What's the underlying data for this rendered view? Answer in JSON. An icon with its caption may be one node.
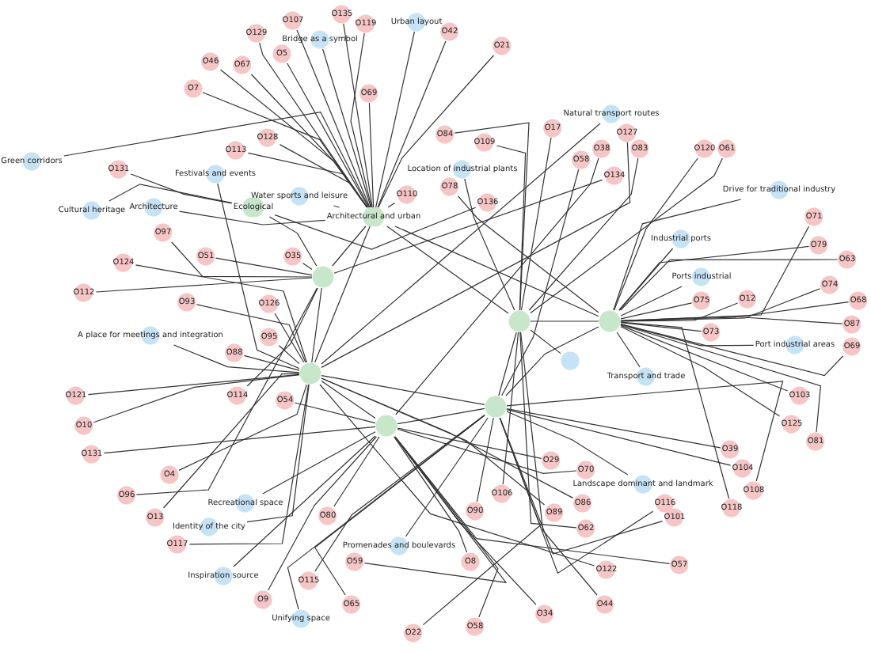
{
  "diagram": {
    "nodes": [
      {
        "text": [
          "Architectural and urban"
        ]
      },
      {
        "text": [
          "Ecological"
        ]
      },
      {
        "text": [],
        "shape": "circle"
      },
      {
        "text": [],
        "shape": "circle"
      },
      {
        "text": [],
        "shape": "circle"
      },
      {
        "text": [],
        "shape": "circle"
      },
      {
        "text": [],
        "shape": "circle"
      },
      {
        "text": [],
        "shape": "circle"
      },
      {
        "text": [
          "Urban layout"
        ]
      },
      {
        "text": [
          "Bridge as a symbol"
        ]
      },
      {
        "text": [
          "Natural transport routes"
        ]
      },
      {
        "text": [
          "Green corridors"
        ]
      },
      {
        "text": [
          "Festivals and events"
        ]
      },
      {
        "text": [
          "Location of industrial plants"
        ]
      },
      {
        "text": [
          "Drive for traditional industry"
        ]
      },
      {
        "text": [
          "Water sports and leisure"
        ]
      },
      {
        "text": [
          "Architecture"
        ]
      },
      {
        "text": [
          "Cultural heritage"
        ]
      },
      {
        "text": [
          "Industrial ports"
        ]
      },
      {
        "text": [
          "Ports industrial"
        ]
      },
      {
        "text": [
          "A place for meetings and integration"
        ]
      },
      {
        "text": [
          "Port industrial areas"
        ]
      },
      {
        "text": [],
        "shape": "circle"
      },
      {
        "text": [
          "Transport and trade"
        ]
      },
      {
        "text": [
          "Landscape dominant and landmark"
        ]
      },
      {
        "text": [
          "Recreational space"
        ]
      },
      {
        "text": [
          "Identity of the city"
        ]
      },
      {
        "text": [
          "Promenades and boulevards"
        ]
      },
      {
        "text": [
          "Inspiration source"
        ]
      },
      {
        "text": [
          "Unifying space"
        ]
      },
      {
        "text": [
          "O135"
        ]
      },
      {
        "text": [
          "O107"
        ]
      },
      {
        "text": [
          "O119"
        ]
      },
      {
        "text": [
          "O42"
        ]
      },
      {
        "text": [
          "O129"
        ]
      },
      {
        "text": [
          "O21"
        ]
      },
      {
        "text": [
          "O5"
        ]
      },
      {
        "text": [
          "O46"
        ]
      },
      {
        "text": [
          "O67"
        ]
      },
      {
        "text": [
          "O7"
        ]
      },
      {
        "text": [
          "O69"
        ]
      },
      {
        "text": [
          "O127"
        ]
      },
      {
        "text": [
          "O17"
        ]
      },
      {
        "text": [
          "O84"
        ]
      },
      {
        "text": [
          "O128"
        ]
      },
      {
        "text": [
          "O38"
        ]
      },
      {
        "text": [
          "O109"
        ]
      },
      {
        "text": [
          "O83"
        ]
      },
      {
        "text": [
          "O120"
        ]
      },
      {
        "text": [
          "O61"
        ]
      },
      {
        "text": [
          "O113"
        ]
      },
      {
        "text": [
          "O58"
        ]
      },
      {
        "text": [
          "O131"
        ]
      },
      {
        "text": [
          "O134"
        ]
      },
      {
        "text": [
          "O78"
        ]
      },
      {
        "text": [
          "O110"
        ]
      },
      {
        "text": [
          "O136"
        ]
      },
      {
        "text": [
          "O71"
        ]
      },
      {
        "text": [
          "O97"
        ]
      },
      {
        "text": [
          "O79"
        ]
      },
      {
        "text": [
          "O51"
        ]
      },
      {
        "text": [
          "O35"
        ]
      },
      {
        "text": [
          "O63"
        ]
      },
      {
        "text": [
          "O124"
        ]
      },
      {
        "text": [
          "O74"
        ]
      },
      {
        "text": [
          "O112"
        ]
      },
      {
        "text": [
          "O75"
        ]
      },
      {
        "text": [
          "O12"
        ]
      },
      {
        "text": [
          "O68"
        ]
      },
      {
        "text": [
          "O93"
        ]
      },
      {
        "text": [
          "O126"
        ]
      },
      {
        "text": [
          "O87"
        ]
      },
      {
        "text": [
          "O73"
        ]
      },
      {
        "text": [
          "O95"
        ]
      },
      {
        "text": [
          "O69"
        ]
      },
      {
        "text": [
          "O88"
        ]
      },
      {
        "text": [
          "O121"
        ]
      },
      {
        "text": [
          "O103"
        ]
      },
      {
        "text": [
          "O114"
        ]
      },
      {
        "text": [
          "O54"
        ]
      },
      {
        "text": [
          "O125"
        ]
      },
      {
        "text": [
          "O10"
        ]
      },
      {
        "text": [
          "O81"
        ]
      },
      {
        "text": [
          "O131"
        ]
      },
      {
        "text": [
          "O39"
        ]
      },
      {
        "text": [
          "O29"
        ]
      },
      {
        "text": [
          "O104"
        ]
      },
      {
        "text": [
          "O70"
        ]
      },
      {
        "text": [
          "O4"
        ]
      },
      {
        "text": [
          "O116"
        ]
      },
      {
        "text": [
          "O108"
        ]
      },
      {
        "text": [
          "O106"
        ]
      },
      {
        "text": [
          "O96"
        ]
      },
      {
        "text": [
          "O118"
        ]
      },
      {
        "text": [
          "O86"
        ]
      },
      {
        "text": [
          "O90"
        ]
      },
      {
        "text": [
          "O89"
        ]
      },
      {
        "text": [
          "O80"
        ]
      },
      {
        "text": [
          "O13"
        ]
      },
      {
        "text": [
          "O101"
        ]
      },
      {
        "text": [
          "O62"
        ]
      },
      {
        "text": [
          "O117"
        ]
      },
      {
        "text": [
          "O59"
        ]
      },
      {
        "text": [
          "O8"
        ]
      },
      {
        "text": [
          "O57"
        ]
      },
      {
        "text": [
          "O122"
        ]
      },
      {
        "text": [
          "O115"
        ]
      },
      {
        "text": [
          "O9"
        ]
      },
      {
        "text": [
          "O65"
        ]
      },
      {
        "text": [
          "O44"
        ]
      },
      {
        "text": [
          "O34"
        ]
      },
      {
        "text": [
          "O58"
        ]
      },
      {
        "text": [
          "O22"
        ]
      }
    ],
    "edges": [
      {
        "from": 0,
        "to": 2,
        "arrow": "none"
      },
      {
        "from": 0,
        "to": 3,
        "arrow": "none"
      },
      {
        "from": 0,
        "to": 4,
        "arrow": "none"
      },
      {
        "from": 0,
        "to": 5,
        "arrow": "none"
      },
      {
        "from": 2,
        "to": 3,
        "arrow": "none"
      },
      {
        "from": 3,
        "to": 6,
        "arrow": "none"
      },
      {
        "from": 3,
        "to": 7,
        "arrow": "none"
      },
      {
        "from": 4,
        "to": 5,
        "arrow": "none"
      },
      {
        "from": 4,
        "to": 6,
        "arrow": "none"
      },
      {
        "from": 6,
        "to": 7,
        "arrow": "none"
      },
      {
        "from": 5,
        "to": 6,
        "arrow": "none"
      },
      {
        "from": 1,
        "to": 2,
        "arrow": "none"
      },
      {
        "from": 8,
        "to": 0,
        "arrow": "none"
      },
      {
        "from": 9,
        "to": 0,
        "arrow": "none"
      },
      {
        "from": 10,
        "to": 3,
        "arrow": "none"
      },
      {
        "from": 11,
        "to": 0,
        "arrow": "none"
      },
      {
        "from": 12,
        "to": 3,
        "arrow": "none"
      },
      {
        "from": 13,
        "to": 4,
        "arrow": "none"
      },
      {
        "from": 14,
        "to": 5,
        "arrow": "none"
      },
      {
        "from": 15,
        "to": 0,
        "arrow": "none"
      },
      {
        "from": 16,
        "to": 0,
        "arrow": "none"
      },
      {
        "from": 17,
        "to": 1,
        "arrow": "none"
      },
      {
        "from": 18,
        "to": 5,
        "arrow": "none"
      },
      {
        "from": 19,
        "to": 5,
        "arrow": "none"
      },
      {
        "from": 20,
        "to": 3,
        "arrow": "none"
      },
      {
        "from": 21,
        "to": 5,
        "arrow": "none"
      },
      {
        "from": 22,
        "to": 4,
        "arrow": "none"
      },
      {
        "from": 23,
        "to": 5,
        "arrow": "none"
      },
      {
        "from": 24,
        "to": 6,
        "arrow": "none"
      },
      {
        "from": 25,
        "to": 7,
        "arrow": "none"
      },
      {
        "from": 26,
        "to": 3,
        "arrow": "none"
      },
      {
        "from": 27,
        "to": 6,
        "arrow": "none"
      },
      {
        "from": 28,
        "to": 7,
        "arrow": "none"
      },
      {
        "from": 29,
        "to": 6,
        "arrow": "none"
      },
      {
        "from": 30,
        "to": 0,
        "arrow": "none"
      },
      {
        "from": 31,
        "to": 0,
        "arrow": "none"
      },
      {
        "from": 32,
        "to": 0,
        "arrow": "none"
      },
      {
        "from": 33,
        "to": 0,
        "arrow": "none"
      },
      {
        "from": 34,
        "to": 0,
        "arrow": "none"
      },
      {
        "from": 35,
        "to": 0,
        "arrow": "none"
      },
      {
        "from": 36,
        "to": 0,
        "arrow": "none"
      },
      {
        "from": 37,
        "to": 0,
        "arrow": "none"
      },
      {
        "from": 38,
        "to": 0,
        "arrow": "none"
      },
      {
        "from": 39,
        "to": 0,
        "arrow": "none"
      },
      {
        "from": 40,
        "to": 0,
        "arrow": "none"
      },
      {
        "from": 41,
        "to": 3,
        "arrow": "none"
      },
      {
        "from": 42,
        "to": 4,
        "arrow": "none"
      },
      {
        "from": 43,
        "to": 4,
        "arrow": "none"
      },
      {
        "from": 44,
        "to": 0,
        "arrow": "none"
      },
      {
        "from": 45,
        "to": 7,
        "arrow": "none"
      },
      {
        "from": 46,
        "to": 4,
        "arrow": "none"
      },
      {
        "from": 47,
        "to": 4,
        "arrow": "none"
      },
      {
        "from": 48,
        "to": 5,
        "arrow": "none"
      },
      {
        "from": 49,
        "to": 4,
        "arrow": "none"
      },
      {
        "from": 50,
        "to": 0,
        "arrow": "none"
      },
      {
        "from": 51,
        "to": 6,
        "arrow": "none"
      },
      {
        "from": 52,
        "to": 1,
        "arrow": "none"
      },
      {
        "from": 53,
        "to": 2,
        "arrow": "none"
      },
      {
        "from": 54,
        "to": 5,
        "arrow": "none"
      },
      {
        "from": 55,
        "to": 0,
        "arrow": "none"
      },
      {
        "from": 56,
        "to": 1,
        "arrow": "none"
      },
      {
        "from": 57,
        "to": 5,
        "arrow": "none"
      },
      {
        "from": 58,
        "to": 2,
        "arrow": "none"
      },
      {
        "from": 59,
        "to": 5,
        "arrow": "none"
      },
      {
        "from": 60,
        "to": 2,
        "arrow": "none"
      },
      {
        "from": 61,
        "to": 2,
        "arrow": "none"
      },
      {
        "from": 62,
        "to": 5,
        "arrow": "none"
      },
      {
        "from": 63,
        "to": 3,
        "arrow": "none"
      },
      {
        "from": 64,
        "to": 5,
        "arrow": "none"
      },
      {
        "from": 65,
        "to": 2,
        "arrow": "none"
      },
      {
        "from": 66,
        "to": 5,
        "arrow": "none"
      },
      {
        "from": 67,
        "to": 5,
        "arrow": "none"
      },
      {
        "from": 68,
        "to": 5,
        "arrow": "none"
      },
      {
        "from": 69,
        "to": 3,
        "arrow": "none"
      },
      {
        "from": 70,
        "to": 3,
        "arrow": "none"
      },
      {
        "from": 71,
        "to": 5,
        "arrow": "none"
      },
      {
        "from": 72,
        "to": 5,
        "arrow": "none"
      },
      {
        "from": 73,
        "to": 3,
        "arrow": "none"
      },
      {
        "from": 74,
        "to": 5,
        "arrow": "none"
      },
      {
        "from": 75,
        "to": 3,
        "arrow": "none"
      },
      {
        "from": 76,
        "to": 3,
        "arrow": "none"
      },
      {
        "from": 77,
        "to": 5,
        "arrow": "none"
      },
      {
        "from": 78,
        "to": 2,
        "arrow": "none"
      },
      {
        "from": 79,
        "to": 7,
        "arrow": "none"
      },
      {
        "from": 80,
        "to": 5,
        "arrow": "none"
      },
      {
        "from": 81,
        "to": 3,
        "arrow": "none"
      },
      {
        "from": 82,
        "to": 5,
        "arrow": "none"
      },
      {
        "from": 83,
        "to": 7,
        "arrow": "none"
      },
      {
        "from": 84,
        "to": 6,
        "arrow": "none"
      },
      {
        "from": 85,
        "to": 7,
        "arrow": "none"
      },
      {
        "from": 86,
        "to": 6,
        "arrow": "none"
      },
      {
        "from": 87,
        "to": 7,
        "arrow": "none"
      },
      {
        "from": 88,
        "to": 3,
        "arrow": "none"
      },
      {
        "from": 89,
        "to": 6,
        "arrow": "none"
      },
      {
        "from": 90,
        "to": 6,
        "arrow": "none"
      },
      {
        "from": 91,
        "to": 4,
        "arrow": "none"
      },
      {
        "from": 92,
        "to": 2,
        "arrow": "none"
      },
      {
        "from": 93,
        "to": 5,
        "arrow": "none"
      },
      {
        "from": 94,
        "to": 3,
        "arrow": "none"
      },
      {
        "from": 95,
        "to": 6,
        "arrow": "none"
      },
      {
        "from": 96,
        "to": 3,
        "arrow": "none"
      },
      {
        "from": 97,
        "to": 7,
        "arrow": "none"
      },
      {
        "from": 98,
        "to": 3,
        "arrow": "none"
      },
      {
        "from": 99,
        "to": 6,
        "arrow": "none"
      },
      {
        "from": 100,
        "to": 4,
        "arrow": "none"
      },
      {
        "from": 101,
        "to": 3,
        "arrow": "none"
      },
      {
        "from": 102,
        "to": 7,
        "arrow": "none"
      },
      {
        "from": 103,
        "to": 7,
        "arrow": "none"
      },
      {
        "from": 104,
        "to": 7,
        "arrow": "none"
      },
      {
        "from": 105,
        "to": 3,
        "arrow": "none"
      },
      {
        "from": 106,
        "to": 6,
        "arrow": "none"
      },
      {
        "from": 107,
        "to": 7,
        "arrow": "none"
      },
      {
        "from": 108,
        "to": 6,
        "arrow": "none"
      },
      {
        "from": 109,
        "to": 4,
        "arrow": "none"
      },
      {
        "from": 110,
        "to": 7,
        "arrow": "none"
      },
      {
        "from": 111,
        "to": 7,
        "arrow": "none"
      },
      {
        "from": 112,
        "to": 6,
        "arrow": "none"
      }
    ]
  }
}
